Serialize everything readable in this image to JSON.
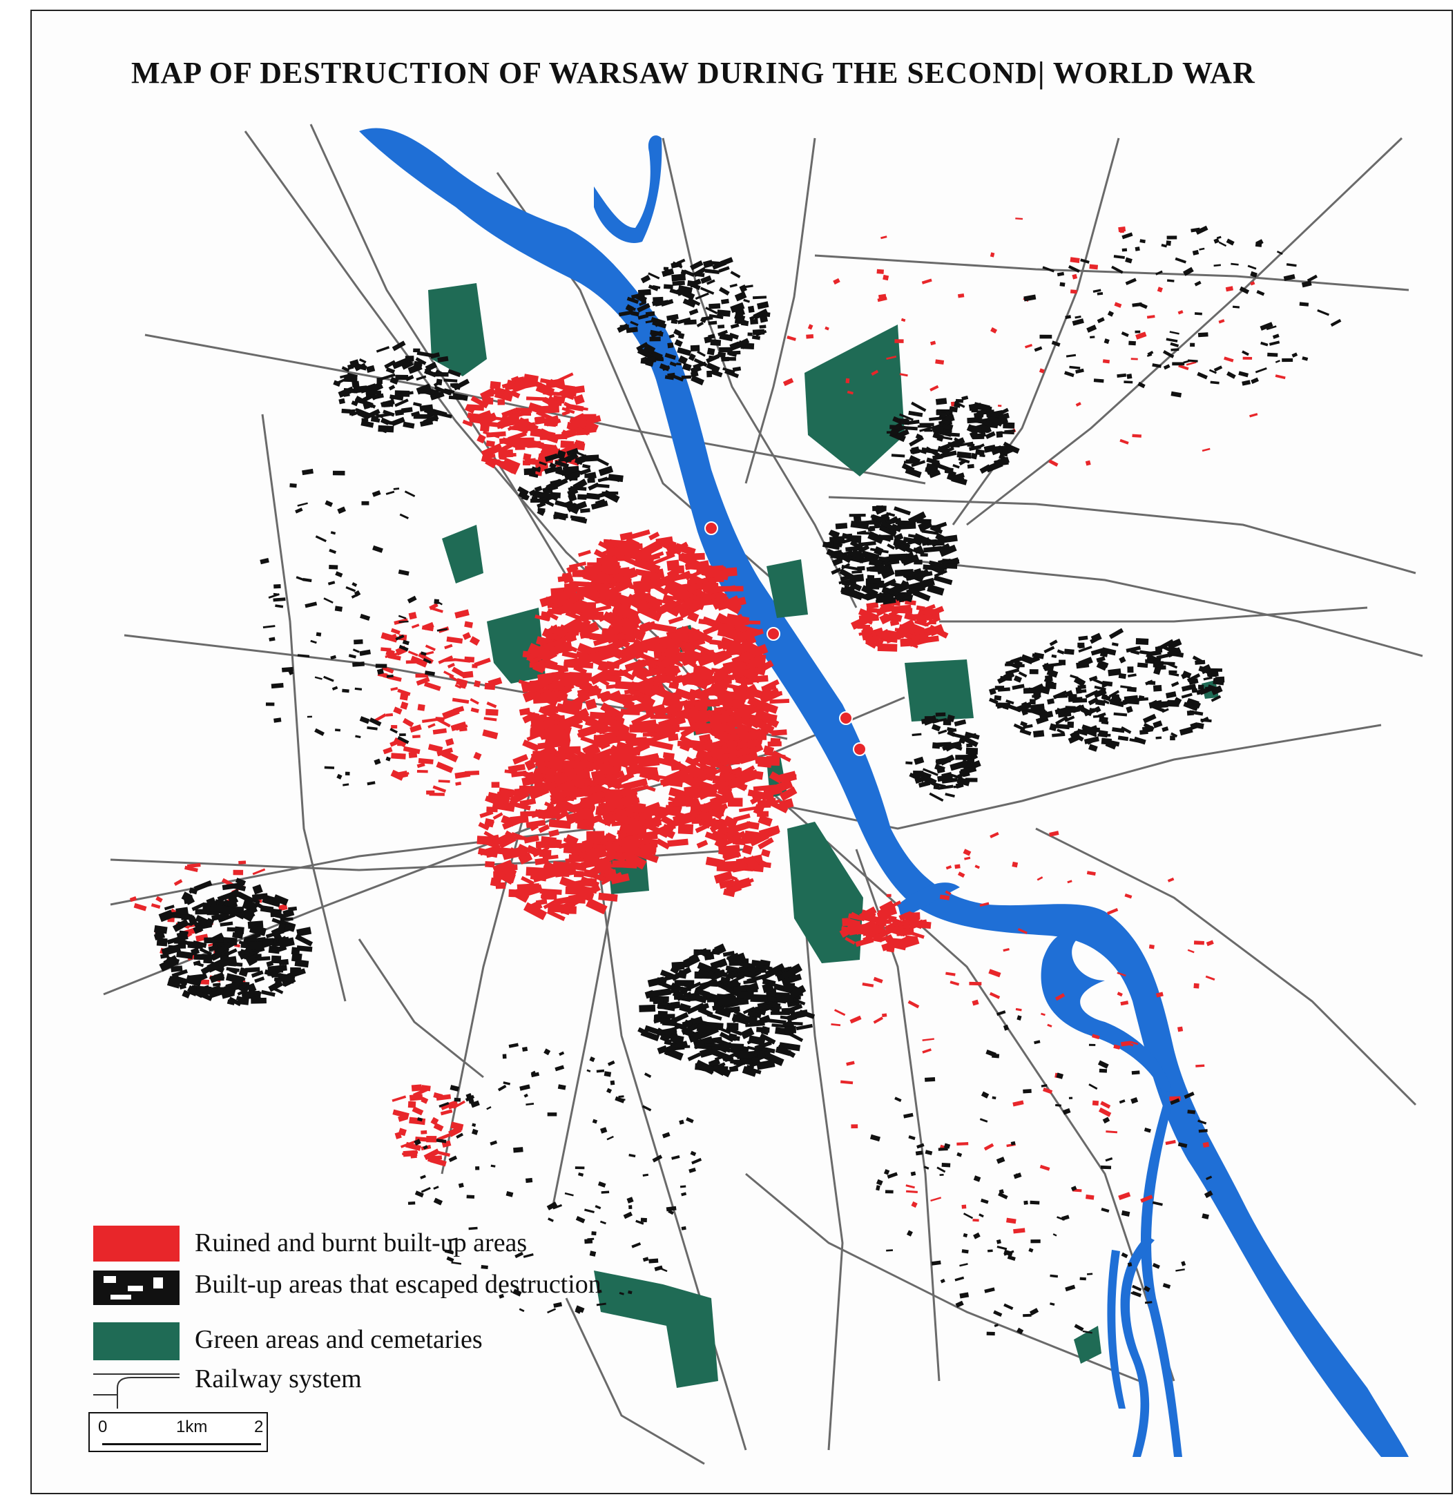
{
  "title": "MAP OF DESTRUCTION OF WARSAW DURING THE SECOND| WORLD WAR",
  "colors": {
    "ruined": "#e8262a",
    "intact": "#111111",
    "green": "#1f6b55",
    "river": "#1f6fd6",
    "rail": "#6a6a6a"
  },
  "legend": [
    {
      "label": "Ruined and burnt built-up areas",
      "swatch": "ruined"
    },
    {
      "label": "Built-up areas that escaped destruction",
      "swatch": "intact"
    },
    {
      "label": "Green areas and cemetaries",
      "swatch": "green"
    },
    {
      "label": "Railway system",
      "swatch": "rail"
    }
  ],
  "scale": {
    "ticks": [
      "0",
      "1km",
      "2"
    ]
  }
}
